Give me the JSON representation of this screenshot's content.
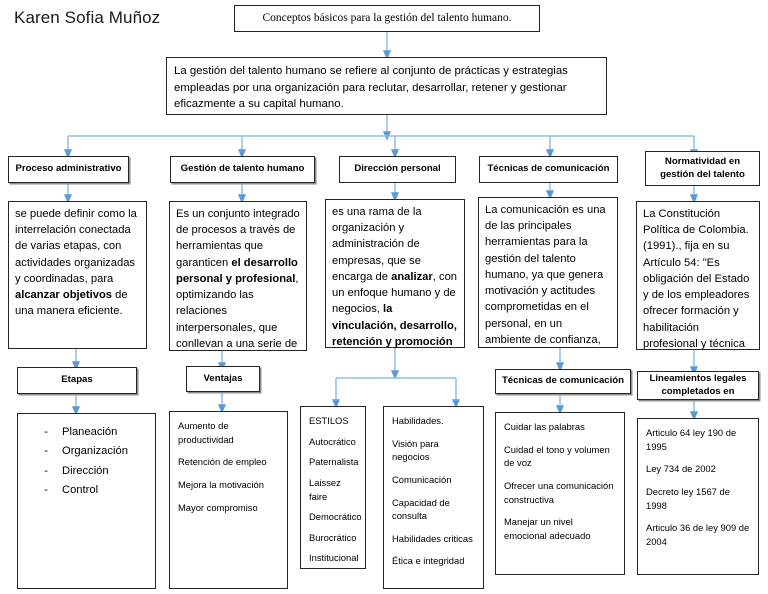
{
  "author": "Karen Sofia Muñoz",
  "accent_color": "#5b9bd5",
  "border_color": "#262626",
  "title": {
    "text": "Conceptos básicos para la gestión del talento humano."
  },
  "intro": {
    "text": "La gestión del talento humano se refiere al conjunto de prácticas y estrategias empleadas por una organización para reclutar, desarrollar, retener y gestionar eficazmente a su capital humano."
  },
  "columns": [
    {
      "header": "Proceso administrativo",
      "body_parts": [
        {
          "text": "se puede definir como la interrelación conectada de varias etapas, con actividades organizadas y coordinadas,",
          "bold": false
        },
        {
          "text": " para ",
          "bold": false
        },
        {
          "text": "alcanzar objetivos",
          "bold": true
        },
        {
          "text": " de una manera eficiente.",
          "bold": false
        }
      ],
      "sub_header": "Etapas",
      "list_style": "bullets",
      "list_items": [
        "Planeación",
        "Organización",
        "Dirección",
        "Control"
      ],
      "bullet_char": "-"
    },
    {
      "header": "Gestión de talento humano",
      "body_parts": [
        {
          "text": "Es un conjunto integrado de procesos a través de herramientas que garanticen ",
          "bold": false
        },
        {
          "text": "el desarrollo personal y profesional",
          "bold": true
        },
        {
          "text": ", optimizando las relaciones interpersonales, que conllevan a una serie de",
          "bold": false
        }
      ],
      "sub_header": "Ventajas",
      "list_style": "plain",
      "list_items": [
        "Aumento de productividad",
        "Retención de empleo",
        "Mejora la motivación",
        "Mayor compromiso"
      ]
    },
    {
      "header": "Dirección personal",
      "body_parts": [
        {
          "text": "es una rama de la organización y administración de empresas, que se encarga de ",
          "bold": false
        },
        {
          "text": "analizar",
          "bold": true
        },
        {
          "text": ", con un enfoque humano y de negocios, ",
          "bold": false
        },
        {
          "text": "la vinculación, desarrollo, retención y promoción de las",
          "bold": true
        }
      ],
      "branch_lists": [
        {
          "name": "estilos-list",
          "items": [
            "ESTILOS",
            "Autocrático",
            "Paternalista",
            "Laissez faire",
            "Democrático",
            "Burocrático",
            "Institucional"
          ]
        },
        {
          "name": "habilidades-list",
          "items": [
            "Habilidades.",
            "Visión para negocios",
            "Comunicación",
            "Capacidad de consulta",
            "Habilidades criticas",
            "Ética e integridad"
          ]
        }
      ]
    },
    {
      "header": "Técnicas de comunicación",
      "body_parts": [
        {
          "text": "La comunicación es una de las principales herramientas para la gestión del talento humano, ya que genera motivación y actitudes comprometidas en el personal, en un ambiente de confianza, para escuchar y ser escuchados.",
          "bold": false
        }
      ],
      "sub_header": "Técnicas de comunicación",
      "list_style": "plain",
      "list_items": [
        "Cuidar las palabras",
        "Cuidad el tono y volumen de voz",
        "Ofrecer una comunicación constructiva",
        "Manejar un nivel emocional adecuado"
      ]
    },
    {
      "header": "Normatividad en gestión del talento",
      "body_parts": [
        {
          "text": "La Constitución Política de Colombia. (1991)., fija en su Artículo 54: \"Es obligación del Estado y de los empleadores ofrecer formación y habilitación profesional y técnica",
          "bold": false
        }
      ],
      "sub_header": "Lineamientos legales completados en",
      "list_style": "plain",
      "list_items": [
        "Articulo 64 ley 190 de 1995",
        "Ley 734 de 2002",
        "Decreto ley 1567 de 1998",
        "Articulo 36 de ley 909 de 2004"
      ]
    }
  ]
}
